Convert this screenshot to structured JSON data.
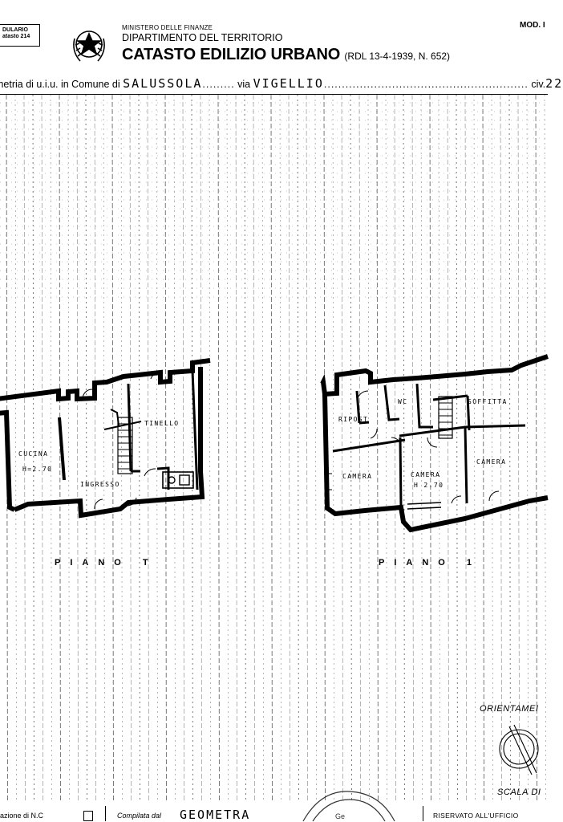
{
  "header": {
    "modulario": [
      "DULARIO",
      "atasto 214"
    ],
    "ministry": "MINISTERO DELLE FINANZE",
    "department": "DIPARTIMENTO DEL TERRITORIO",
    "title": "CATASTO EDILIZIO URBANO",
    "title_sub": "(RDL 13-4-1939, N. 652)",
    "mod": "MOD. I"
  },
  "address_line": {
    "prefix": "metria di u.i.u. in Comune di",
    "comune": "SALUSSOLA",
    "via_label": "via",
    "via": "VIGELLIO",
    "civ_label": "civ.",
    "civ": "22"
  },
  "floor_t": {
    "rooms": {
      "cucina": "CUCINA",
      "cucina_h": "H=2.70",
      "tinello": "TINELLO",
      "ingresso": "INGRESSO"
    },
    "label": "PIANO   T"
  },
  "floor_1": {
    "rooms": {
      "ripost": "RIPOST",
      "wc": "WC",
      "soffitta": "SOFFITTA",
      "camera_left": "CAMERA",
      "camera_mid": "CAMERA",
      "camera_mid_h": "H 2.70",
      "camera_right": "CAMERA"
    },
    "label": "PIANO   1"
  },
  "orientation_label": "ORIENTAMEI",
  "scale_label": "SCALA DI",
  "footer": {
    "left": "razione di N.C",
    "compilata_label": "Compilata dal",
    "compilata_value": "GEOMETRA",
    "stamp": "Ge",
    "riservato": "RISERVATO ALL'UFFICIO"
  },
  "colors": {
    "ink": "#000000",
    "paper": "#ffffff",
    "grid": "#6a6a6a"
  }
}
